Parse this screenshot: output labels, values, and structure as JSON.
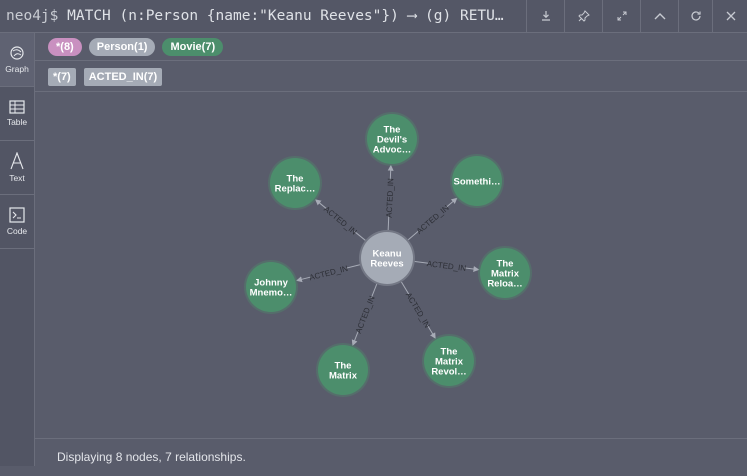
{
  "query": {
    "prompt": "neo4j$",
    "text": "MATCH (n:Person {name:\"Keanu Reeves\"}) ⟶ (g) RETU…"
  },
  "toolbar": {
    "download_icon": "download-icon",
    "pin_icon": "pin-icon",
    "expand_icon": "expand-icon",
    "collapse_icon": "chevron-up-icon",
    "rerun_icon": "refresh-icon",
    "close_icon": "close-icon"
  },
  "sidebar": [
    {
      "label": "Graph",
      "icon": "graph-icon",
      "active": true
    },
    {
      "label": "Table",
      "icon": "table-icon"
    },
    {
      "label": "Text",
      "icon": "text-icon"
    },
    {
      "label": "Code",
      "icon": "code-icon"
    }
  ],
  "labels": [
    {
      "text": "*(8)",
      "color": "#c990c0"
    },
    {
      "text": "Person(1)",
      "color": "#a5abb6"
    },
    {
      "text": "Movie(7)",
      "color": "#4c8e6c"
    }
  ],
  "rel_types": [
    {
      "text": "*(7)"
    },
    {
      "text": "ACTED_IN(7)"
    }
  ],
  "graph": {
    "center": {
      "lines": [
        "Keanu",
        "Reeves"
      ],
      "color": "#a5abb6"
    },
    "movie_color": "#4c8e6c",
    "relationship": "ACTED_IN",
    "movies": [
      {
        "lines": [
          "The",
          "Devil's",
          "Advoc…"
        ]
      },
      {
        "lines": [
          "Somethi…"
        ]
      },
      {
        "lines": [
          "The",
          "Matrix",
          "Reloa…"
        ]
      },
      {
        "lines": [
          "The",
          "Matrix",
          "Revol…"
        ]
      },
      {
        "lines": [
          "The",
          "Matrix"
        ]
      },
      {
        "lines": [
          "Johnny",
          "Mnemo…"
        ]
      },
      {
        "lines": [
          "The",
          "Replac…"
        ]
      }
    ]
  },
  "status": "Displaying 8 nodes, 7 relationships."
}
